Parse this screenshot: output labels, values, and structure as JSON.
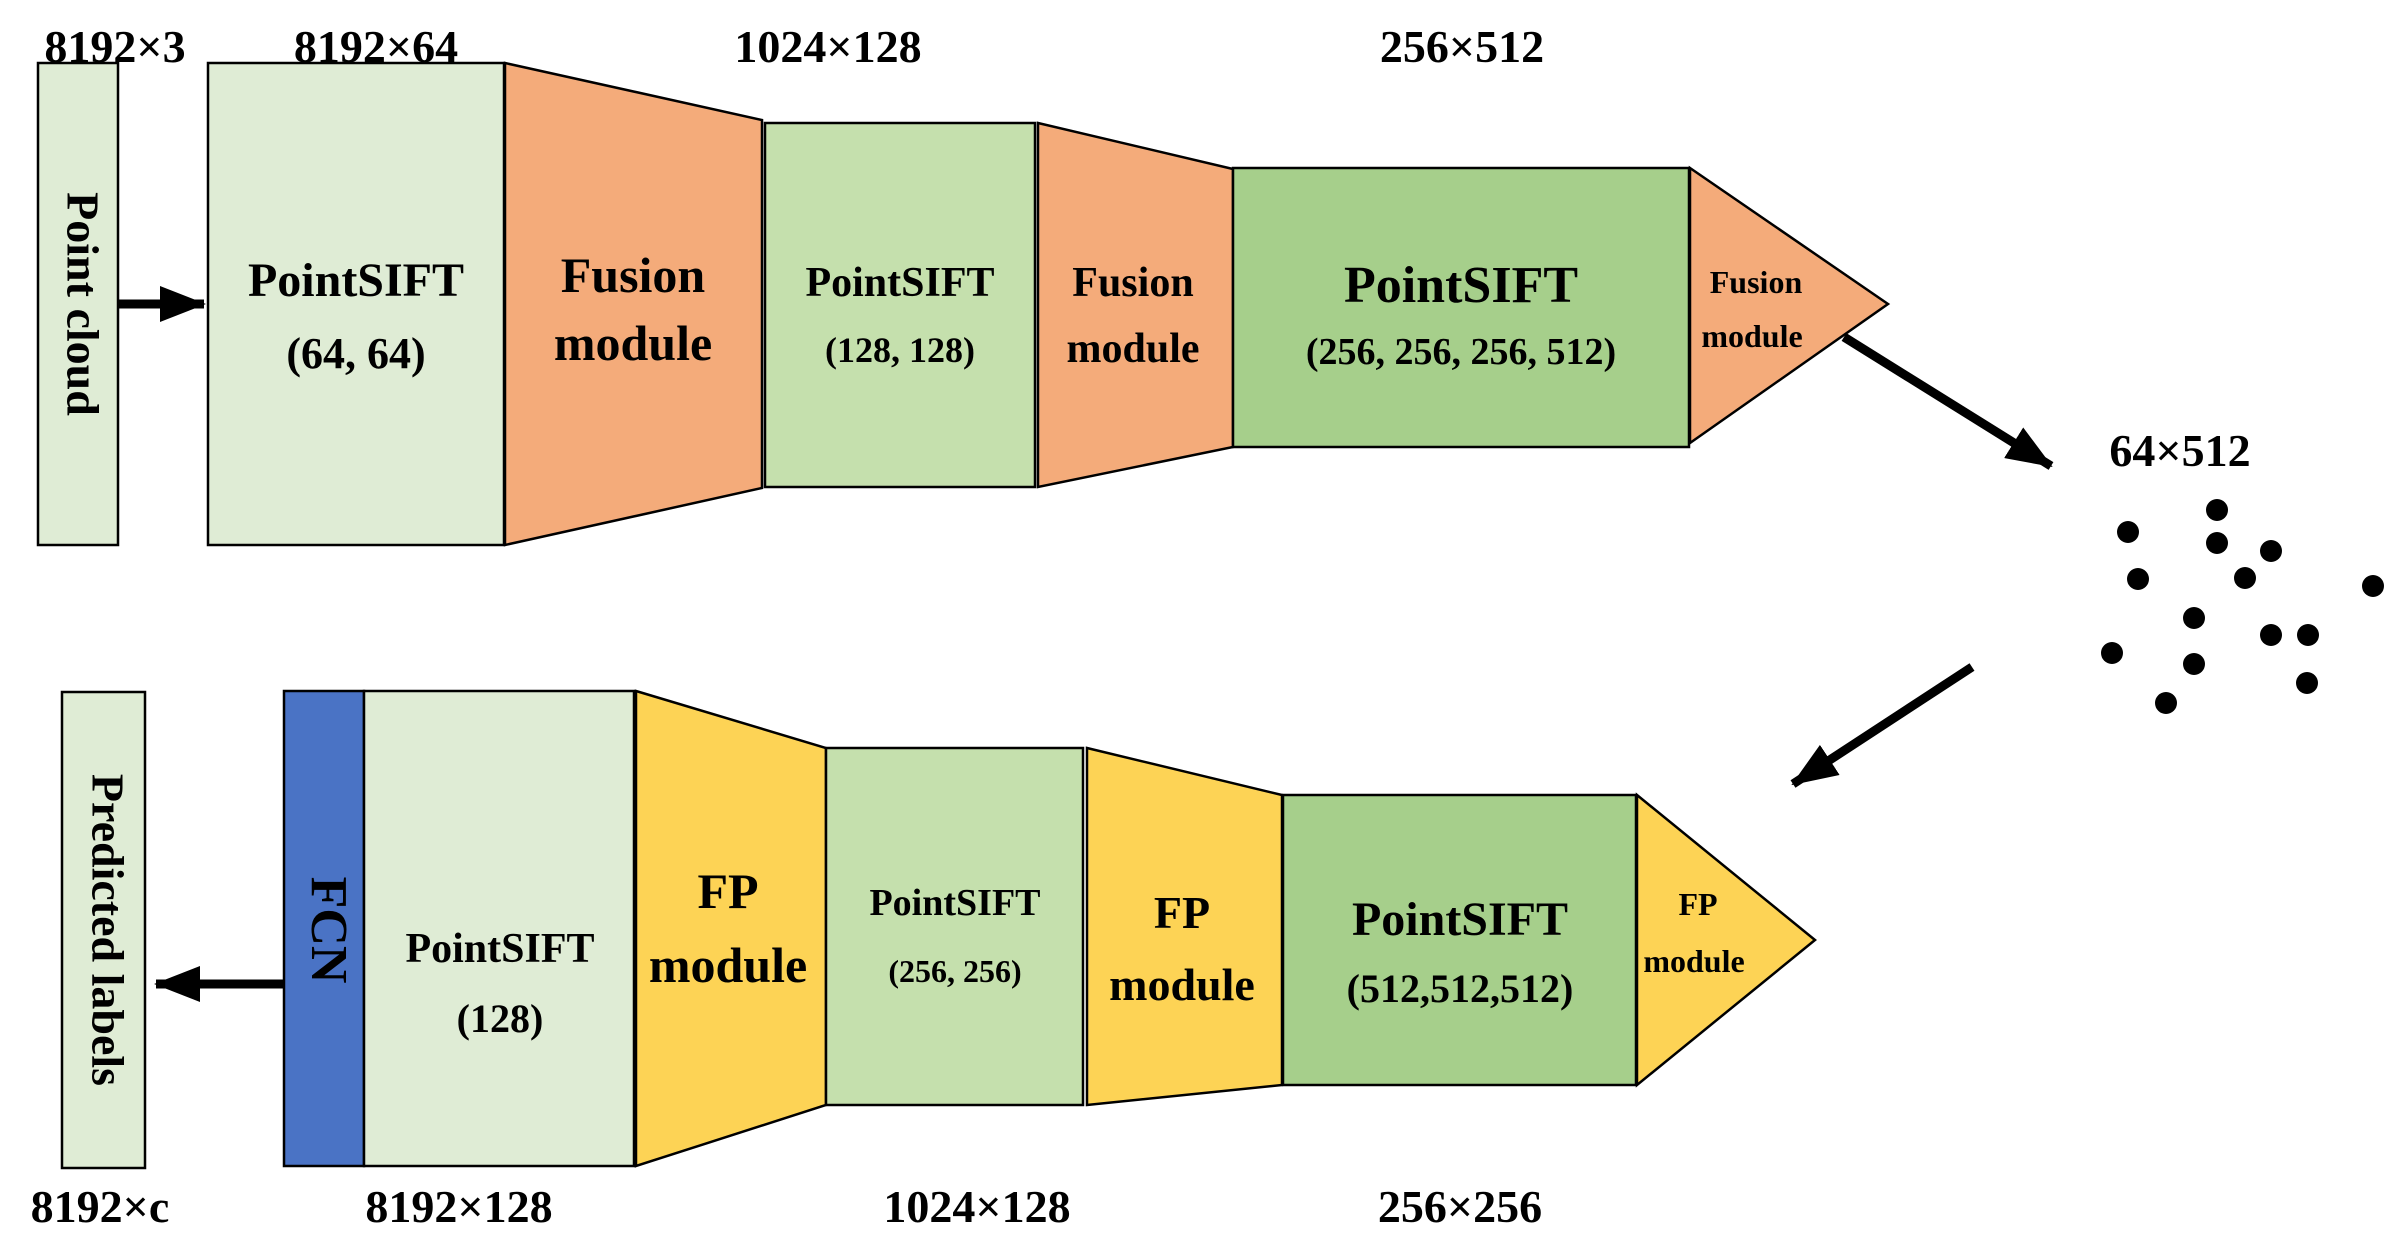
{
  "colors": {
    "pale_green": "#dfecd5",
    "mid_green": "#c5e0ad",
    "dark_green": "#a6cf8b",
    "orange": "#f4ab7a",
    "yellow": "#fdd355",
    "blue": "#4a73c5",
    "ink": "#000000"
  },
  "top_row": {
    "input_dim": "8192×3",
    "input_label": "Point cloud",
    "ps1_dim": "8192×64",
    "ps1_title": "PointSIFT",
    "ps1_params": "(64, 64)",
    "fusion1_line1": "Fusion",
    "fusion1_line2": "module",
    "ps2_dim": "1024×128",
    "ps2_title": "PointSIFT",
    "ps2_params": "(128, 128)",
    "fusion2_line1": "Fusion",
    "fusion2_line2": "module",
    "ps3_dim": "256×512",
    "ps3_title": "PointSIFT",
    "ps3_params": "(256, 256, 256, 512)",
    "fusion3_line1": "Fusion",
    "fusion3_line2": "module",
    "bottleneck_dim": "64×512"
  },
  "bottom_row": {
    "output_dim": "8192×c",
    "output_label": "Predicted labels",
    "fcn_label": "FCN",
    "ps4_dim": "8192×128",
    "ps4_title": "PointSIFT",
    "ps4_params": "(128)",
    "fp1_line1": "FP",
    "fp1_line2": "module",
    "ps5_dim": "1024×128",
    "ps5_title": "PointSIFT",
    "ps5_params": "(256, 256)",
    "fp2_line1": "FP",
    "fp2_line2": "module",
    "ps6_dim": "256×256",
    "ps6_title": "PointSIFT",
    "ps6_params": "(512,512,512)",
    "fp3_line1": "FP",
    "fp3_line2": "module"
  }
}
